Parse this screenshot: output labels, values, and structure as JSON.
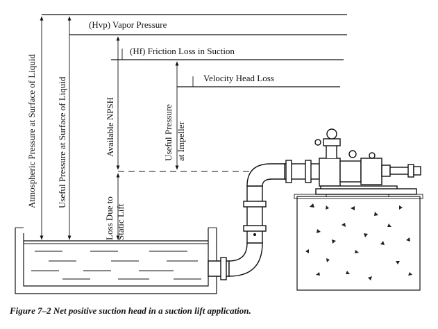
{
  "labels": {
    "vapor_pressure": "(Hvp)  Vapor Pressure",
    "friction_loss": "(Hf)  Friction Loss in Suction",
    "velocity_head_loss": "Velocity Head Loss",
    "atmospheric_pressure": "Atmospheric Pressure at Surface of Liquid",
    "useful_pressure_surface": "Useful Pressure at Surface of Liquid",
    "available_npsh": "Available NPSH",
    "useful_pressure_impeller_line1": "Useful Pressure",
    "useful_pressure_impeller_line2": "at Impeller",
    "loss_static_lift_line1": "Loss Due to",
    "loss_static_lift_line2": "Static Lift"
  },
  "caption": "Figure 7–2  Net positive suction head in a suction lift application."
}
